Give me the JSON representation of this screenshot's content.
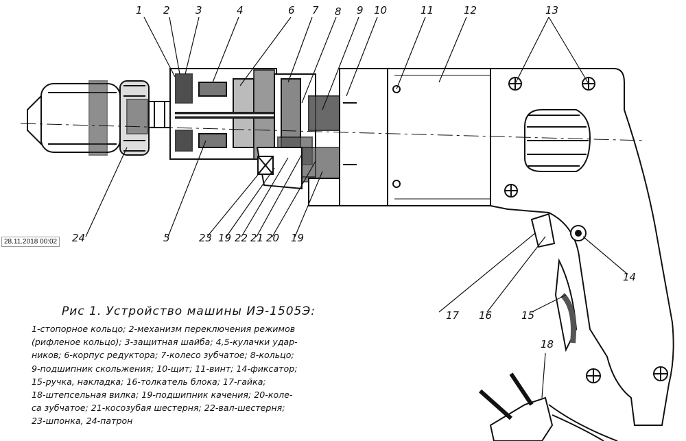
{
  "timestamp": "28.11.2018 00:02",
  "title": "Рис 1. Устройство машины ИЭ-1505Э:",
  "legend_lines": [
    "1-стопорное кольцо; 2-механизм переключения режимов",
    "(рифленое кольцо); 3-защитная шайба; 4,5-кулачки удар-",
    "ников; 6-корпус редуктора; 7-колесо зубчатое; 8-кольцо;",
    "9-подшипник скольжения; 10-щит; 11-винт; 14-фиксатор;",
    "15-ручка, накладка; 16-толкатель блока; 17-гайка;",
    "18-штепсельная вилка; 19-подшипник качения; 20-коле-",
    "са зубчатое; 21-косозубая шестерня; 22-вал-шестерня;",
    "23-шпонка, 24-патрон"
  ],
  "callouts": {
    "c1": "1",
    "c2": "2",
    "c3": "3",
    "c4": "4",
    "c6": "6",
    "c7": "7",
    "c8": "8",
    "c9": "9",
    "c10": "10",
    "c11": "11",
    "c12": "12",
    "c13": "13",
    "c24": "24",
    "c5": "5",
    "c23": "23",
    "c19a": "19",
    "c22": "22",
    "c21": "21",
    "c20": "20",
    "c19b": "19",
    "c14": "14",
    "c17": "17",
    "c16": "16",
    "c15": "15",
    "c18": "18"
  }
}
